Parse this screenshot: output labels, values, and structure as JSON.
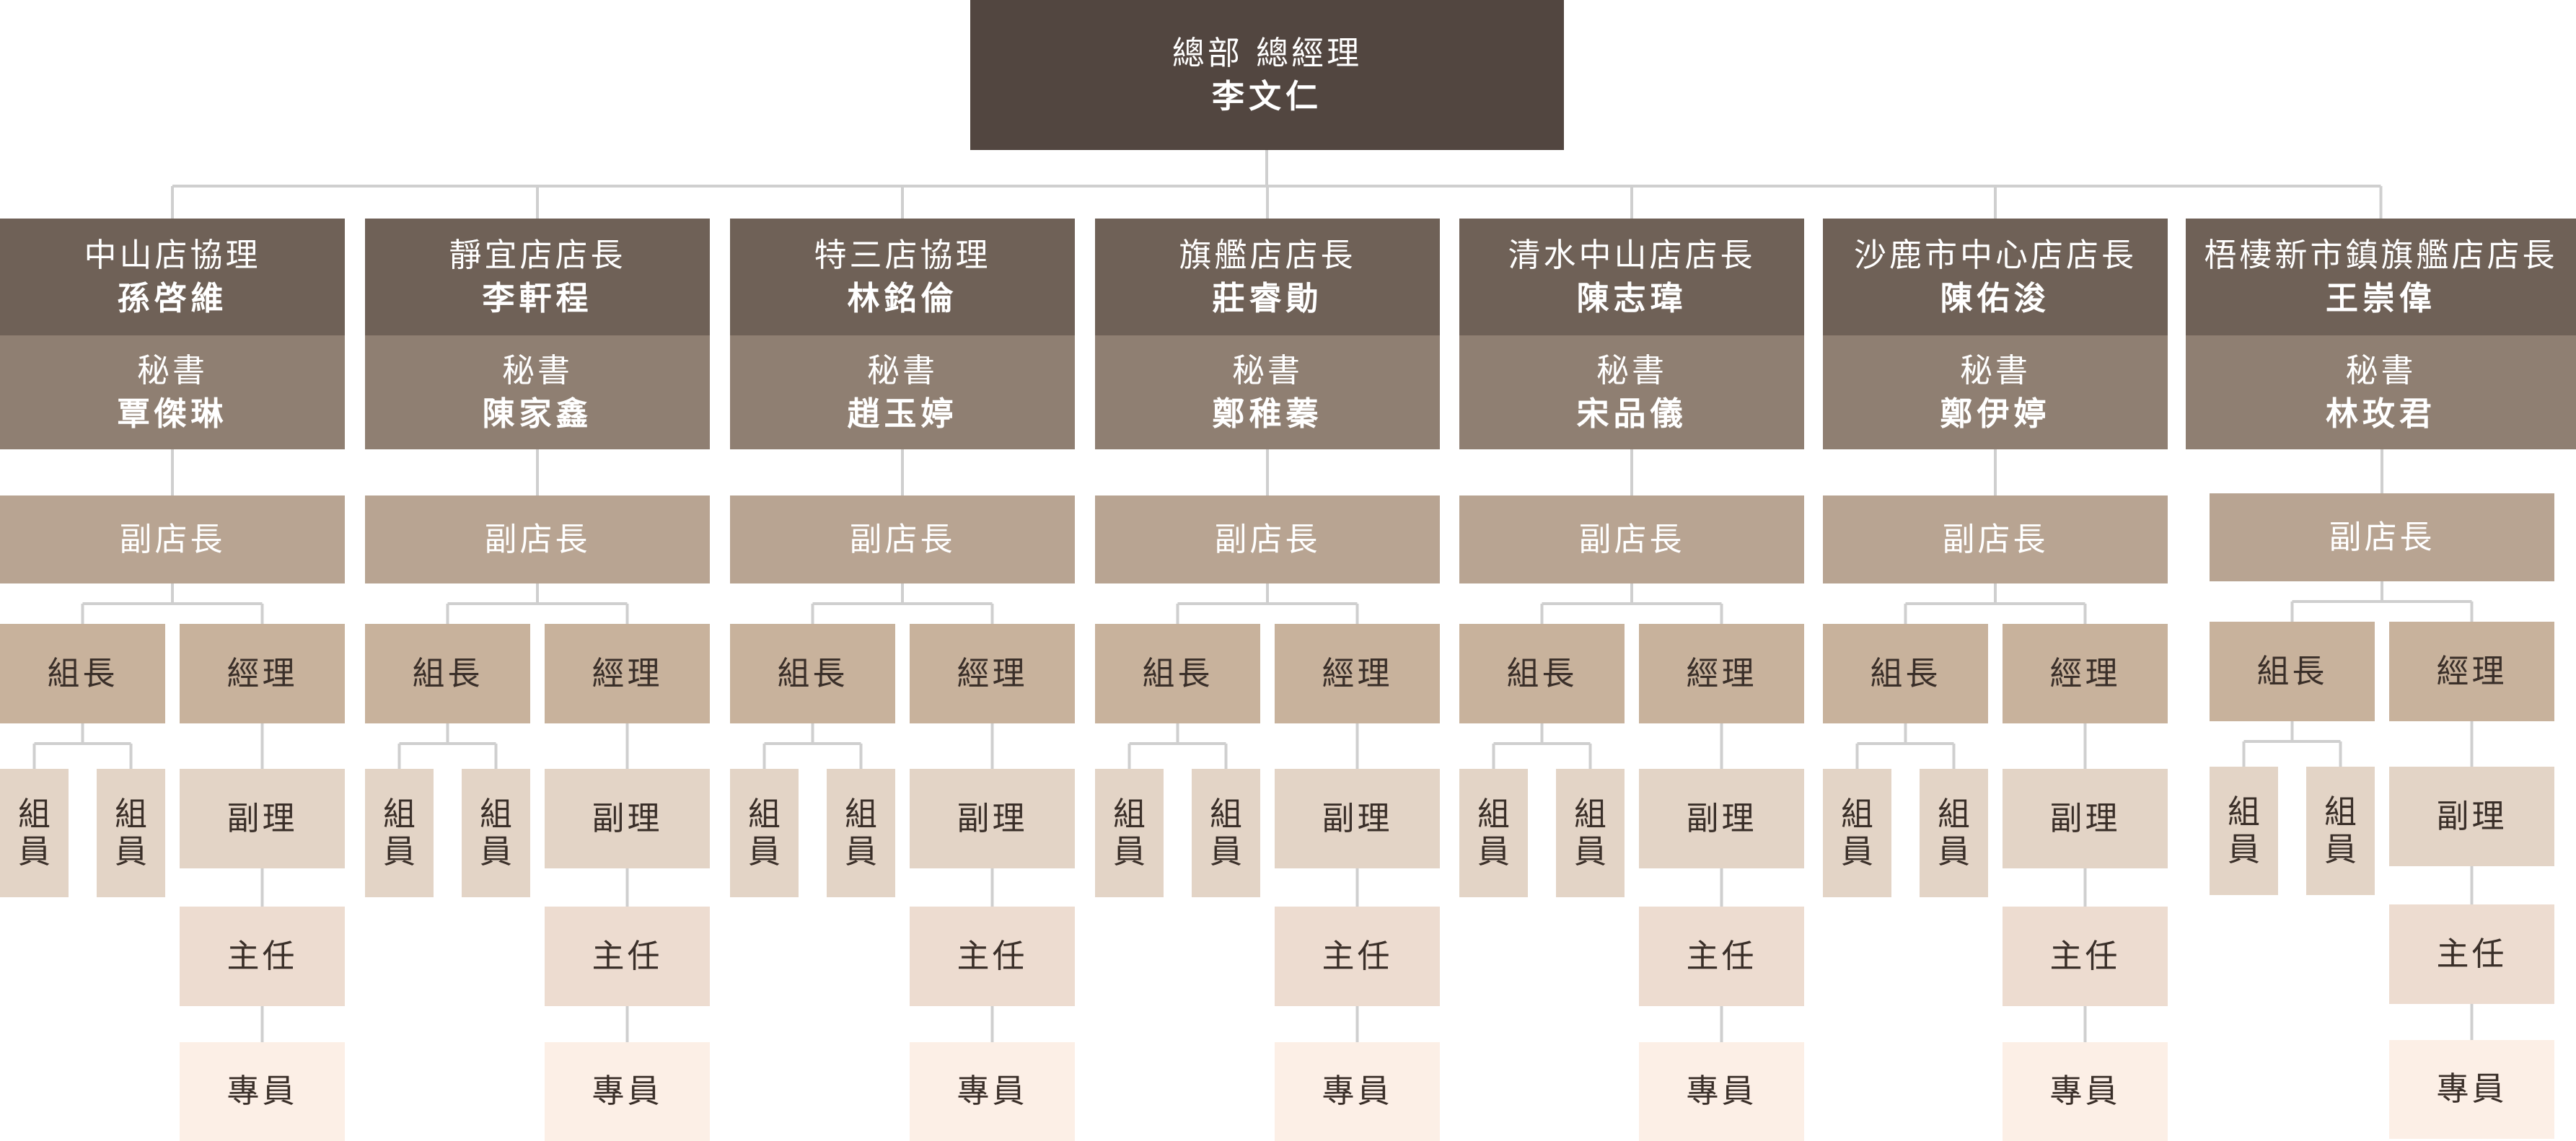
{
  "top": {
    "title": "總部 總經理",
    "name": "李文仁"
  },
  "labels": {
    "secretary": "秘書",
    "vice_manager": "副店長",
    "team_leader": "組長",
    "manager": "經理",
    "member_chars": [
      "組",
      "員"
    ],
    "assistant_manager": "副理",
    "supervisor": "主任",
    "specialist": "專員"
  },
  "branches": [
    {
      "title": "中山店協理",
      "name": "孫啓維",
      "secretary": "覃傑琳"
    },
    {
      "title": "靜宜店店長",
      "name": "李軒程",
      "secretary": "陳家鑫"
    },
    {
      "title": "特三店協理",
      "name": "林銘倫",
      "secretary": "趙玉婷"
    },
    {
      "title": "旗艦店店長",
      "name": "莊睿勛",
      "secretary": "鄭稚蓁"
    },
    {
      "title": "清水中山店店長",
      "name": "陳志瑋",
      "secretary": "宋品儀"
    },
    {
      "title": "沙鹿市中心店店長",
      "name": "陳佑浚",
      "secretary": "鄭伊婷"
    },
    {
      "title": "梧棲新市鎮旗艦店店長",
      "name": "王崇偉",
      "secretary": "林玫君"
    }
  ],
  "colors": {
    "top": "#524640",
    "head": "#6f6157",
    "secretary": "#8f7f72",
    "vice": "#b8a492",
    "level4": "#c8b29c",
    "level5": "#e3d4c6",
    "level6": "#eddcd0",
    "level7": "#fcefe6",
    "connector": "#cfcfcf"
  }
}
